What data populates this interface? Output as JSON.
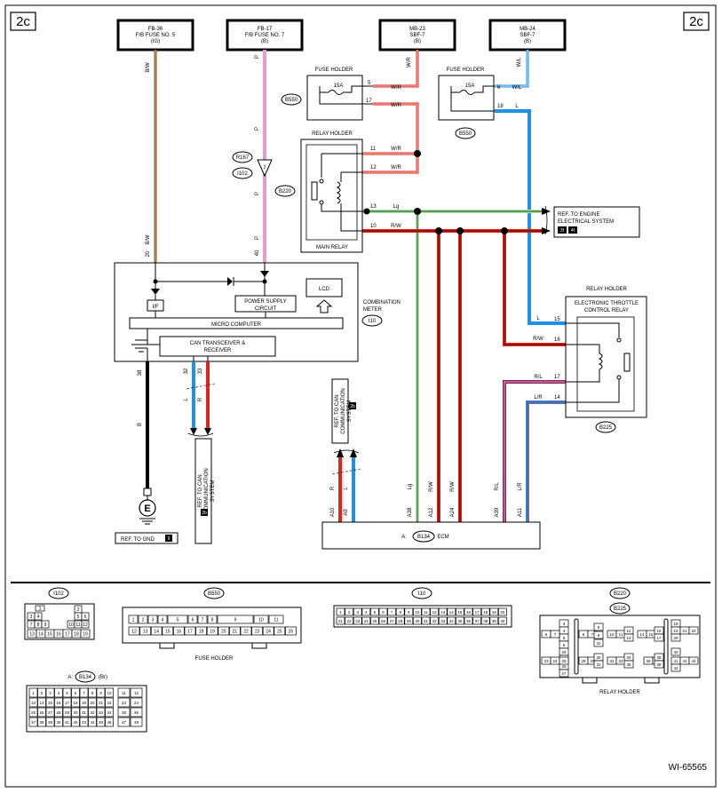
{
  "section": "2c",
  "doc_id": "WI-65565",
  "sources": {
    "fb36": [
      "FB-36",
      "F/B FUSE NO. 5",
      "(IG)"
    ],
    "fb17": [
      "FB-17",
      "F/B FUSE NO. 7",
      "(B)"
    ],
    "mb23": [
      "MB-23",
      "SBF-7",
      "(B)"
    ],
    "mb24": [
      "MB-24",
      "SBF-7",
      "(B)"
    ]
  },
  "wires": {
    "bw": "B/W",
    "p": "P",
    "wr": "W/R",
    "wl": "W/L",
    "lg": "Lg",
    "rw": "R/W",
    "l": "L",
    "rl": "R/L",
    "lr": "L/R",
    "r": "R",
    "b": "B"
  },
  "pins": {
    "p20": "20",
    "p40": "40",
    "p32": "32",
    "p33": "33",
    "p38": "38",
    "p5": "5",
    "p6": "6",
    "p17": "17",
    "p18": "18",
    "p11": "11",
    "p12": "12",
    "p13": "13",
    "p10": "10",
    "p15": "15",
    "p16": "16",
    "p14": "14",
    "a10": "A10",
    "a9": "A9",
    "a38": "A38",
    "a12": "A12",
    "a24": "A24",
    "a39": "A39",
    "a11": "A11"
  },
  "components": {
    "fuse_holder": "FUSE HOLDER",
    "fuse_15a": "15A",
    "relay_holder": "RELAY HOLDER",
    "main_relay": "MAIN RELAY",
    "etc_relay": [
      "ELECTRONIC THROTTLE",
      "CONTROL RELAY"
    ],
    "meter": [
      "COMBINATION",
      "METER"
    ],
    "if_label": "I/F",
    "power_supply": [
      "POWER SUPPLY",
      "CIRCUIT"
    ],
    "lcd": "LCD",
    "micro": "MICRO COMPUTER",
    "can": [
      "CAN TRANSCEIVER &",
      "RECEIVER"
    ],
    "ecm": "ECM",
    "ecm_prefix": "A:"
  },
  "connectors": {
    "b550": "B550",
    "r167": "R167",
    "i102": "I102",
    "b220": "B220",
    "b225": "B225",
    "i10": "I10",
    "b134": "B134",
    "br": "(Br)"
  },
  "refs": {
    "engine": [
      "REF. TO ENGINE",
      "ELECTRICAL SYSTEM"
    ],
    "engine_badges": [
      "3f",
      "4f"
    ],
    "can": [
      "REF. TO CAN",
      "COMMUNICATION",
      "SYSTEM"
    ],
    "can_badge": "2b",
    "gnd": "REF. TO GND",
    "gnd_badge": "9",
    "ground_symbol": "E"
  },
  "connector_views": {
    "i102": "I102",
    "b550": "B550",
    "b550_caption": "FUSE HOLDER",
    "i10": "I10",
    "b220": "B220",
    "b225": "B225",
    "relay_caption": "RELAY HOLDER",
    "b134_prefix": "A:",
    "b134": "B134",
    "b134_color": "(Br)"
  },
  "colors": {
    "brown": "#8B4513",
    "pink": "#E89AD2",
    "red": "#E2231A",
    "blue": "#1E90E8",
    "light_green": "#A6E8A0",
    "black": "#000000"
  }
}
